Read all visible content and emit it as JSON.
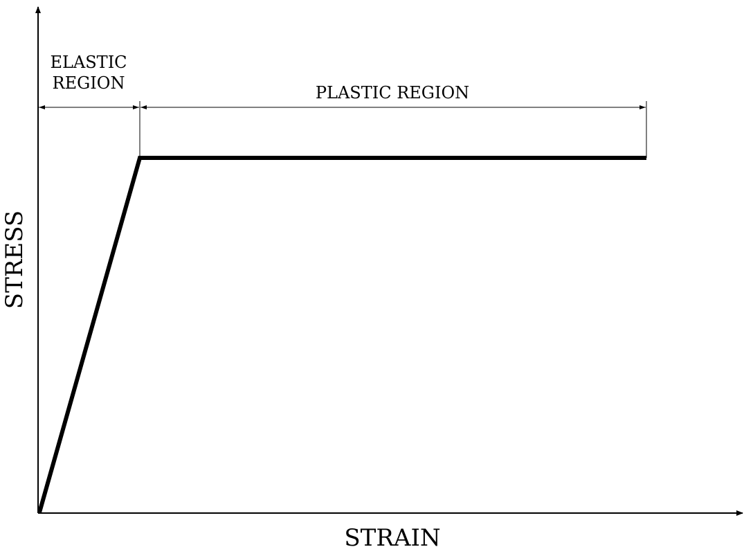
{
  "axes": {
    "y_label": "STRESS",
    "x_label": "STRAIN"
  },
  "regions": {
    "elastic": {
      "line1": "ELASTIC",
      "line2": "REGION"
    },
    "plastic": {
      "label": "PLASTIC REGION"
    }
  },
  "colors": {
    "ink": "#000000",
    "background": "#ffffff"
  }
}
